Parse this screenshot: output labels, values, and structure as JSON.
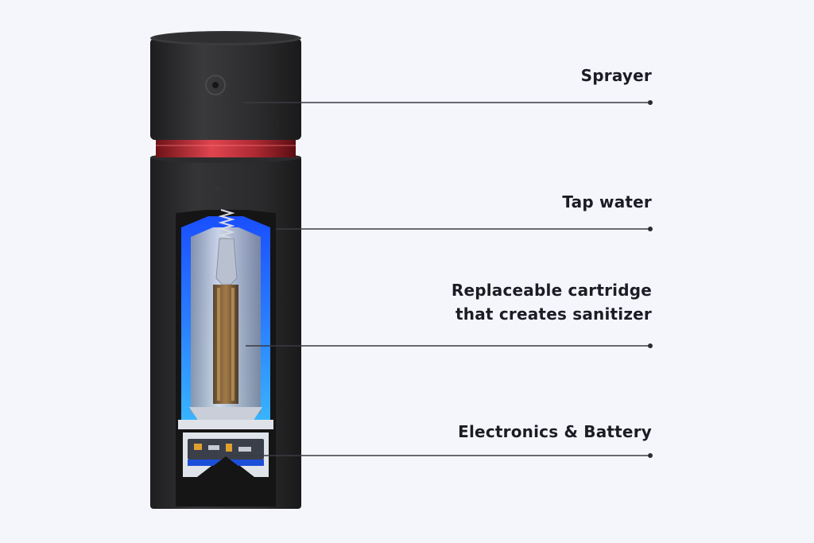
{
  "diagram": {
    "components": [
      {
        "id": "sprayer",
        "lines": [
          "Sprayer"
        ]
      },
      {
        "id": "tap-water",
        "lines": [
          "Tap water"
        ]
      },
      {
        "id": "cartridge",
        "lines": [
          "Replaceable cartridge",
          "that creates sanitizer"
        ]
      },
      {
        "id": "electronics",
        "lines": [
          "Electronics & Battery"
        ]
      }
    ]
  },
  "colors": {
    "background": "#f5f6fb",
    "body": "#2a2a2c",
    "accent_ring": "#c8323c",
    "water": "#1f6dff",
    "leader_line": "#3a3b42"
  }
}
